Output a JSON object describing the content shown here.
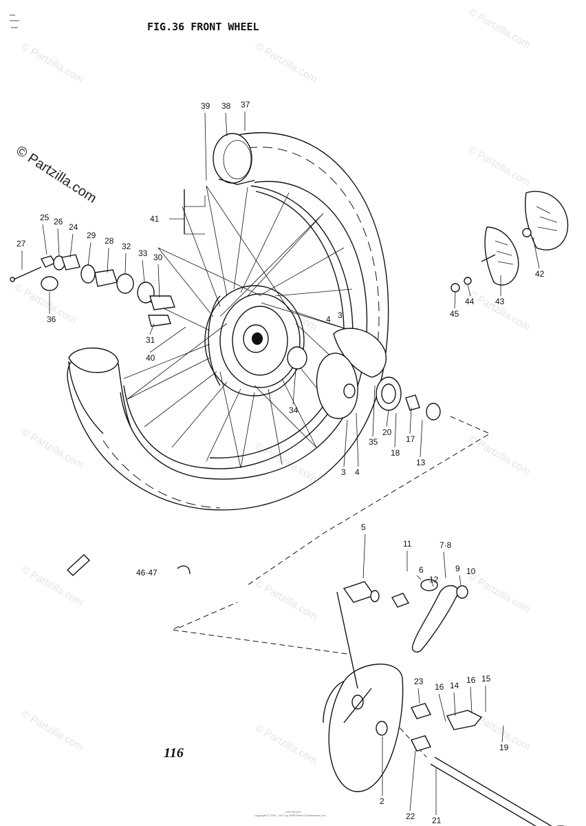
{
  "figure": {
    "title": "FIG.36  FRONT WHEEL",
    "page_number": "116",
    "note": "46·47"
  },
  "watermark": {
    "text": "© Partzilla.com"
  },
  "footer": {
    "line1": "COPYRIGHT",
    "line2": "Copyright © 2004 - 2017 by OEM Parts & Accessories, Inc."
  },
  "callouts": [
    "39",
    "38",
    "37",
    "41",
    "25",
    "26",
    "24",
    "29",
    "28",
    "32",
    "33",
    "30",
    "27",
    "36",
    "31",
    "40",
    "42",
    "44",
    "43",
    "45",
    "4",
    "3",
    "34",
    "35",
    "20",
    "17",
    "18",
    "13",
    "3",
    "4",
    "5",
    "11",
    "6",
    "12",
    "7·8",
    "9",
    "10",
    "23",
    "16",
    "14",
    "16",
    "15",
    "19",
    "2",
    "22",
    "21"
  ]
}
